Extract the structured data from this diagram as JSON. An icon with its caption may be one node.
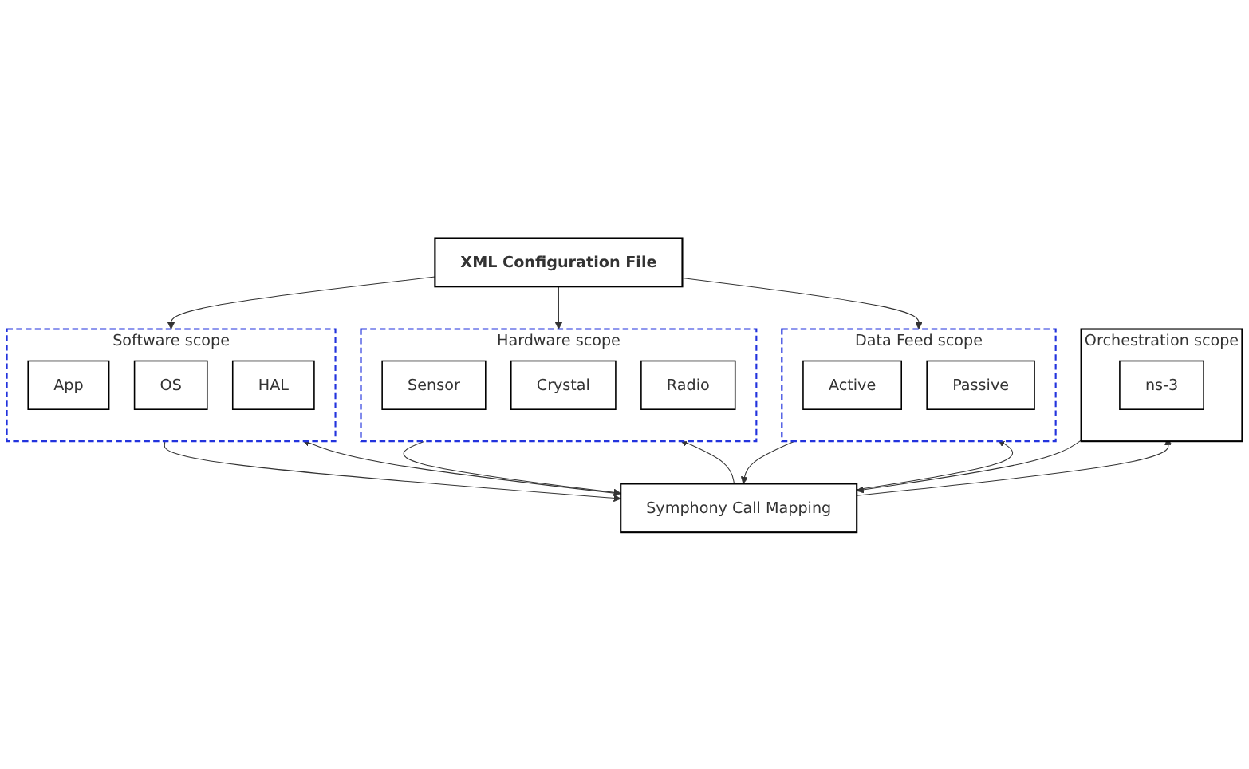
{
  "diagram": {
    "nodes": [
      {
        "text": [
          "XML Configuration File"
        ]
      },
      {
        "text": [
          "Software scope"
        ]
      },
      {
        "text": [
          "App"
        ],
        "in": 1
      },
      {
        "text": [
          "OS"
        ],
        "in": 1
      },
      {
        "text": [
          "HAL"
        ],
        "in": 1
      },
      {
        "text": [
          "Hardware scope"
        ]
      },
      {
        "text": [
          "Sensor"
        ],
        "in": 5
      },
      {
        "text": [
          "Crystal"
        ],
        "in": 5
      },
      {
        "text": [
          "Radio"
        ],
        "in": 5
      },
      {
        "text": [
          "Data Feed scope"
        ]
      },
      {
        "text": [
          "Active"
        ],
        "in": 9
      },
      {
        "text": [
          "Passive"
        ],
        "in": 9
      },
      {
        "text": [
          "Orchestration scope"
        ]
      },
      {
        "text": [
          "ns-3"
        ],
        "in": 12
      },
      {
        "text": [
          "Symphony Call Mapping"
        ]
      }
    ],
    "edges": [
      {
        "from": 0,
        "to": 1,
        "arrow": "to"
      },
      {
        "from": 0,
        "to": 5,
        "arrow": "to"
      },
      {
        "from": 0,
        "to": 9,
        "arrow": "to"
      },
      {
        "from": 1,
        "to": 14,
        "arrow": "to"
      },
      {
        "from": 14,
        "to": 1,
        "arrow": "to"
      },
      {
        "from": 5,
        "to": 14,
        "arrow": "to"
      },
      {
        "from": 14,
        "to": 5,
        "arrow": "to"
      },
      {
        "from": 9,
        "to": 14,
        "arrow": "to"
      },
      {
        "from": 14,
        "to": 9,
        "arrow": "to"
      },
      {
        "from": 12,
        "to": 14,
        "arrow": "to"
      },
      {
        "from": 14,
        "to": 12,
        "arrow": "to"
      }
    ]
  }
}
